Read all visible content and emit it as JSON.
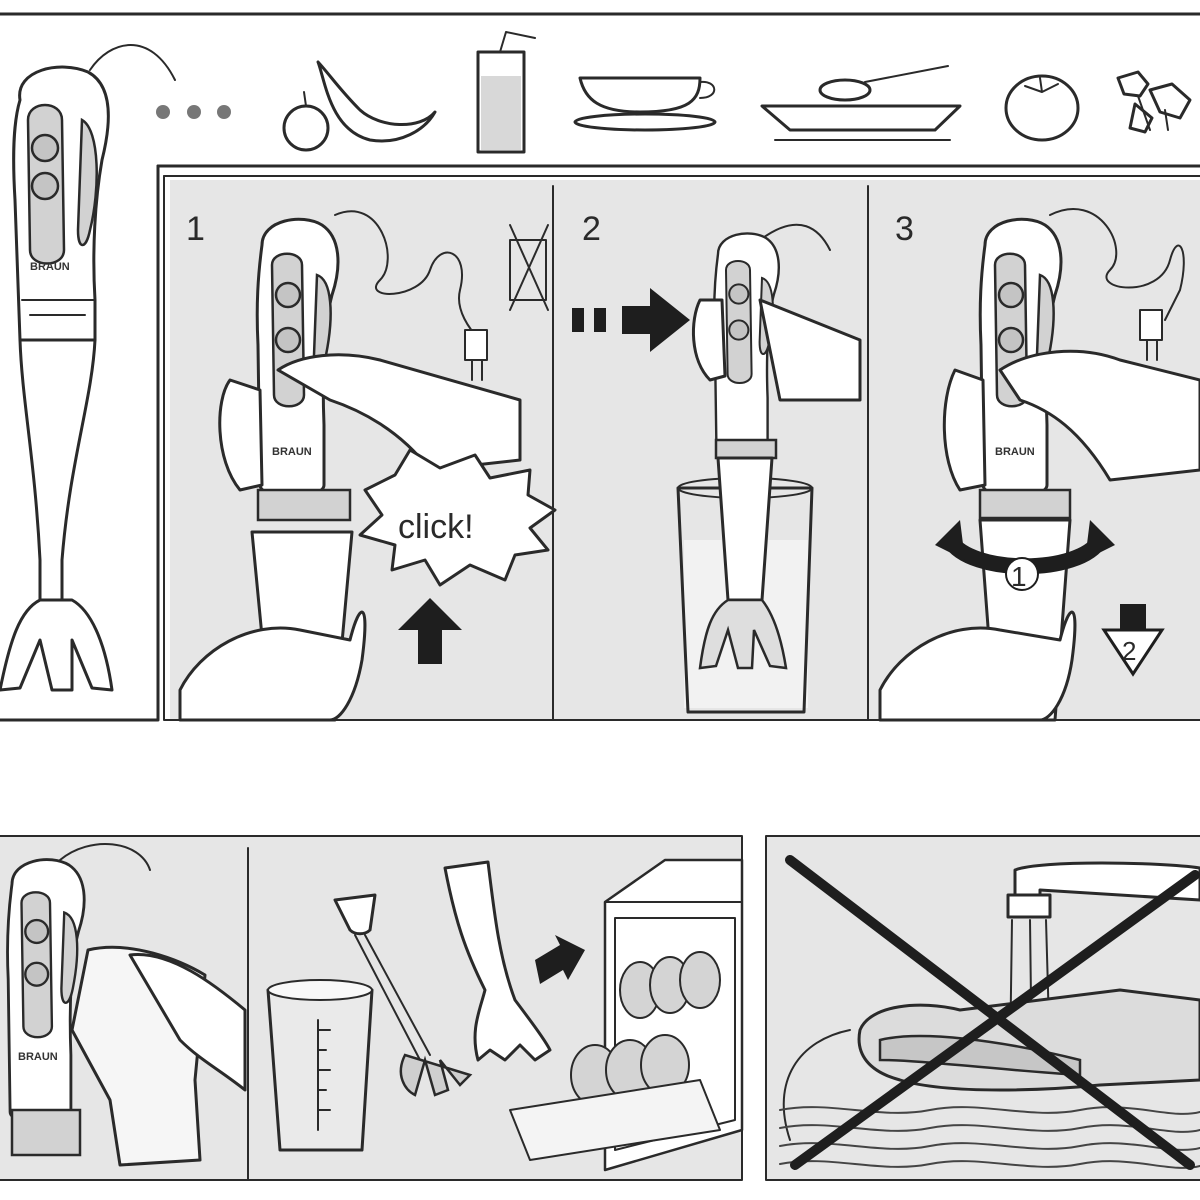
{
  "steps": [
    {
      "number": "1",
      "callout": "click!"
    },
    {
      "number": "2"
    },
    {
      "number": "3",
      "rotate_marker": "1",
      "pull_marker": "2"
    }
  ],
  "brand": "BRAUN",
  "colors": {
    "line": "#2a2a2a",
    "panel": "#e6e6e6",
    "appliance_body": "#ffffff",
    "appliance_accent": "#c8c8c8"
  },
  "icons": [
    "fruit-icon",
    "drink-carton-icon",
    "gravy-boat-icon",
    "plate-spoon-icon",
    "tomato-icon",
    "herbs-icon"
  ]
}
